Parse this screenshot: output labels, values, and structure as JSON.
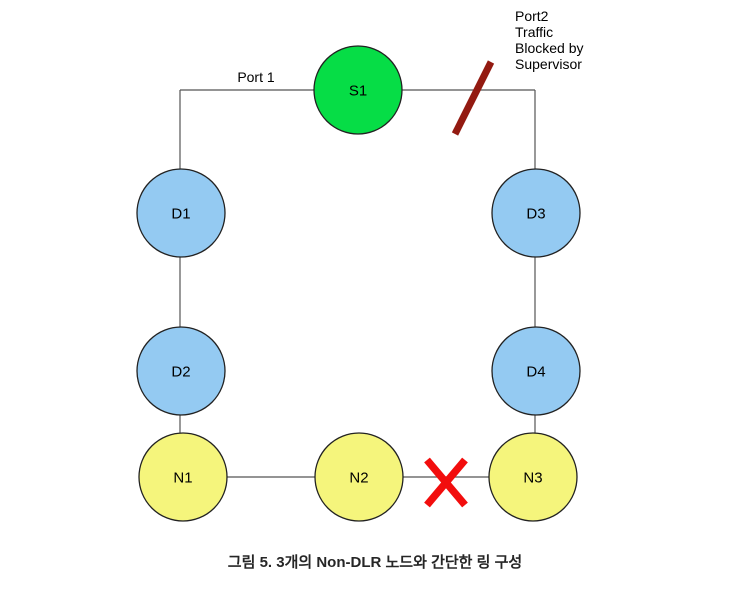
{
  "figure": {
    "caption": "그림 5. 3개의 Non-DLR 노드와 간단한 링 구성"
  },
  "labels": {
    "port1": "Port 1"
  },
  "annotations": {
    "port2_blocked": {
      "lines": [
        "Port2",
        "Traffic",
        "Blocked by",
        "Supervisor"
      ]
    }
  },
  "nodes": [
    {
      "id": "S1",
      "label": "S1",
      "fill": "#06DD46"
    },
    {
      "id": "D1",
      "label": "D1",
      "fill": "#94CAF2"
    },
    {
      "id": "D2",
      "label": "D2",
      "fill": "#94CAF2"
    },
    {
      "id": "D3",
      "label": "D3",
      "fill": "#94CAF2"
    },
    {
      "id": "D4",
      "label": "D4",
      "fill": "#94CAF2"
    },
    {
      "id": "N1",
      "label": "N1",
      "fill": "#F5F57C"
    },
    {
      "id": "N2",
      "label": "N2",
      "fill": "#F5F57C"
    },
    {
      "id": "N3",
      "label": "N3",
      "fill": "#F5F57C"
    }
  ],
  "markers": {
    "blocked_slash_color": "#931A11",
    "fault_x_color": "#F20D0D"
  },
  "colors": {
    "background": "#FFFFFF",
    "edge_line": "#555555",
    "node_border": "#222222",
    "text": "#000000"
  }
}
